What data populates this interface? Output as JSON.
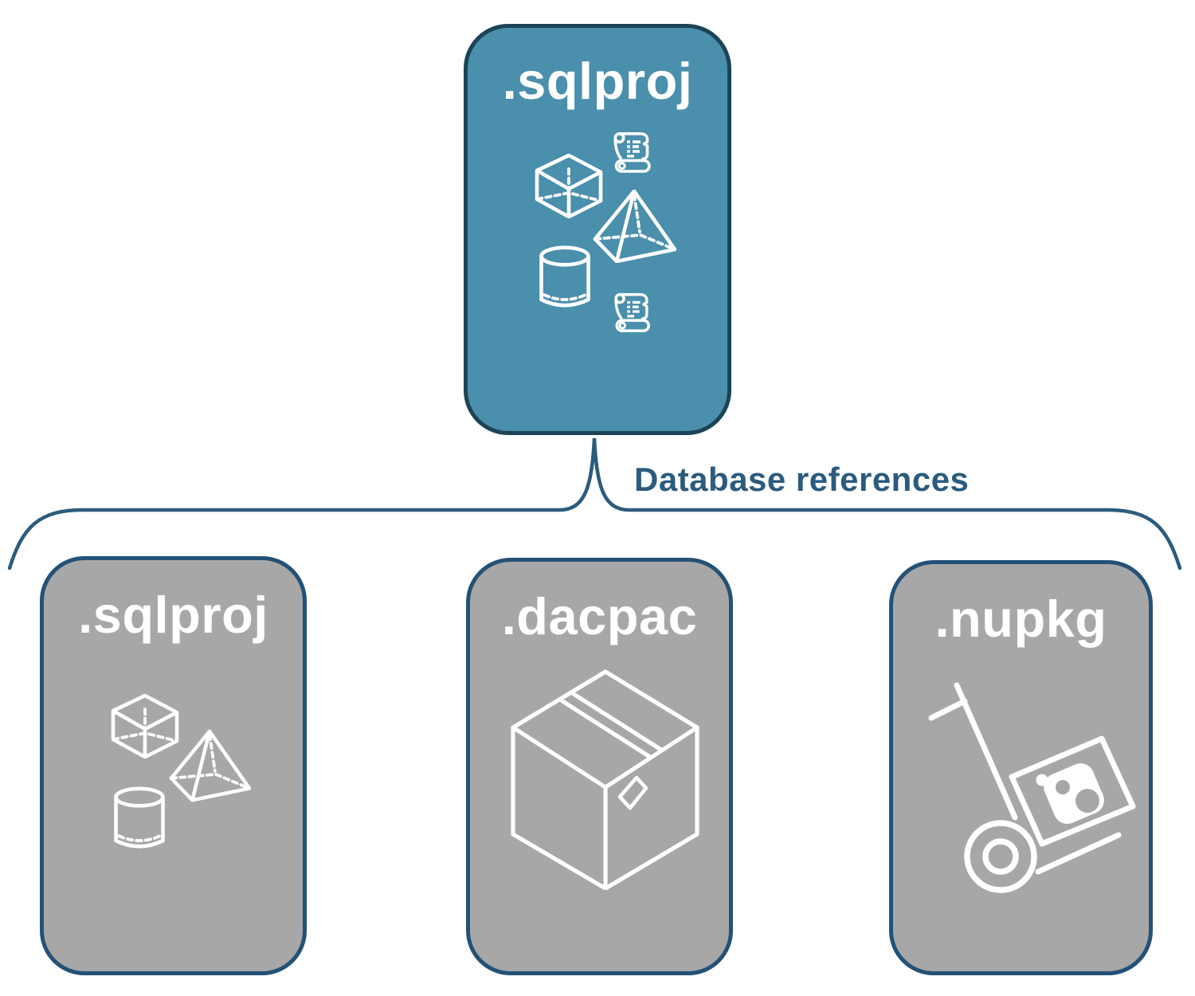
{
  "connector": {
    "label": "Database references"
  },
  "cards": {
    "root": {
      "label": ".sqlproj",
      "icons": [
        "cube-icon",
        "scroll-icon",
        "pyramid-icon",
        "cylinder-icon",
        "scroll-icon"
      ]
    },
    "children": [
      {
        "label": ".sqlproj",
        "icons": [
          "cube-icon",
          "pyramid-icon",
          "cylinder-icon"
        ]
      },
      {
        "label": ".dacpac",
        "icons": [
          "package-box-icon"
        ]
      },
      {
        "label": ".nupkg",
        "icons": [
          "hand-truck-nuget-package-icon"
        ]
      }
    ]
  },
  "colors": {
    "root_card_fill": "#4A8FAC",
    "root_card_border": "#1D4356",
    "child_card_fill": "#A7A7A7",
    "child_card_border": "#245176",
    "connector_line": "#2B5B7E",
    "connector_label_text": "#2B5B7E",
    "card_label_text": "#FFFFFF",
    "icon_stroke": "#FFFFFF",
    "background": "#FFFFFF"
  }
}
